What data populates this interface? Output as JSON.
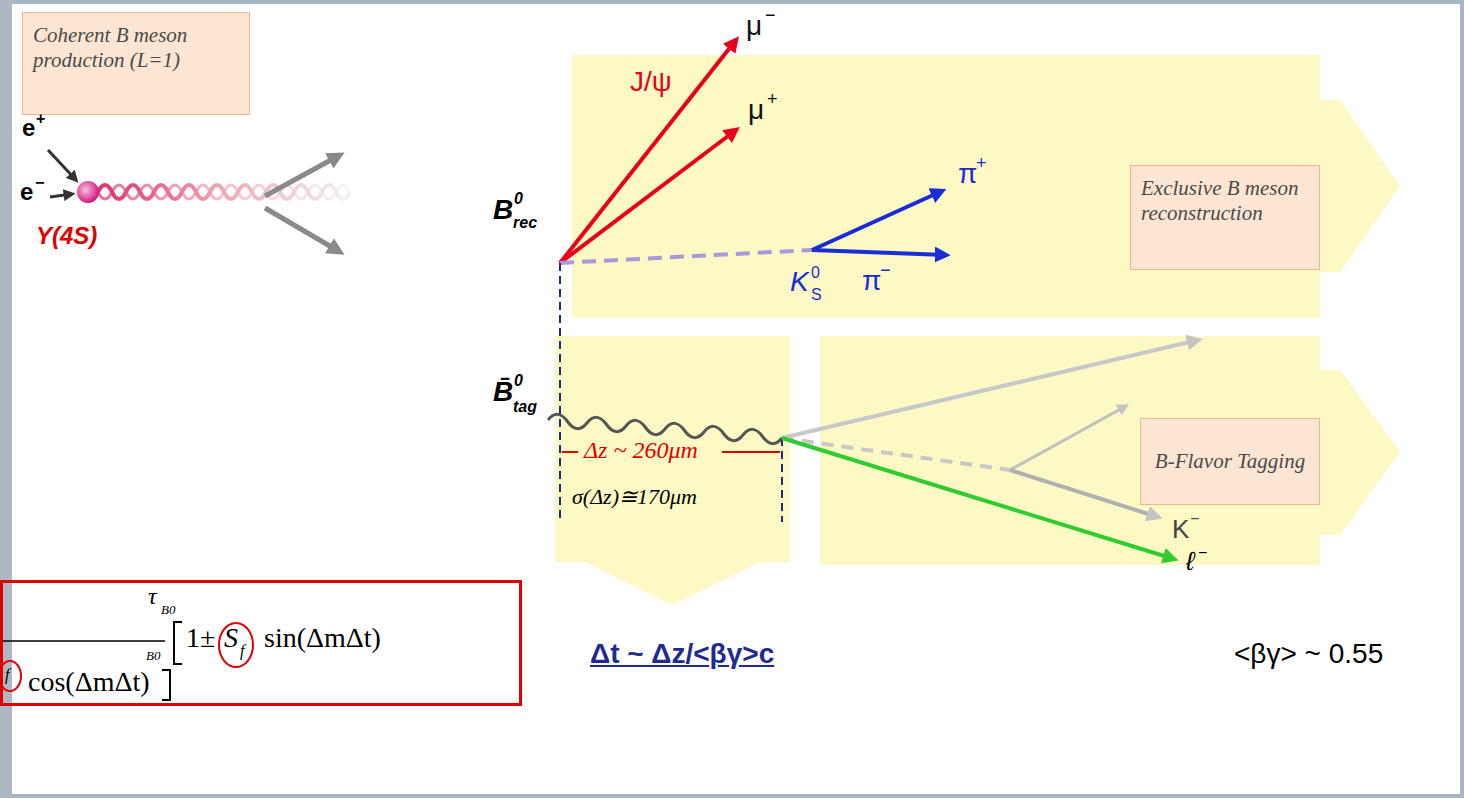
{
  "diagram": {
    "nodes": [
      {
        "text": [
          "Coherent B meson production (L=1)"
        ]
      },
      {
        "text": [
          "Exclusive B meson reconstruction"
        ]
      },
      {
        "text": [
          "B-Flavor Tagging"
        ]
      },
      {
        "text": [
          "τ",
          "B0",
          "1±",
          "S",
          "f",
          "sin(ΔmΔt)",
          "B0",
          "f",
          "cos(ΔmΔt)"
        ]
      }
    ],
    "labels": [
      "e",
      "+",
      "e",
      "−",
      "Υ(4S)",
      "J/ψ",
      "μ",
      "−",
      "μ",
      "+",
      "B",
      "0",
      "rec",
      "π",
      "+",
      "K",
      "0",
      "S",
      "π",
      "−",
      "B̄",
      "0",
      "tag",
      "Δz ~ 260μm",
      "σ(Δz)≅170μm",
      "K",
      "−",
      "ℓ",
      "−",
      "Δt ~ Δz/<βγ>c",
      "<βγ> ~ 0.55"
    ]
  }
}
